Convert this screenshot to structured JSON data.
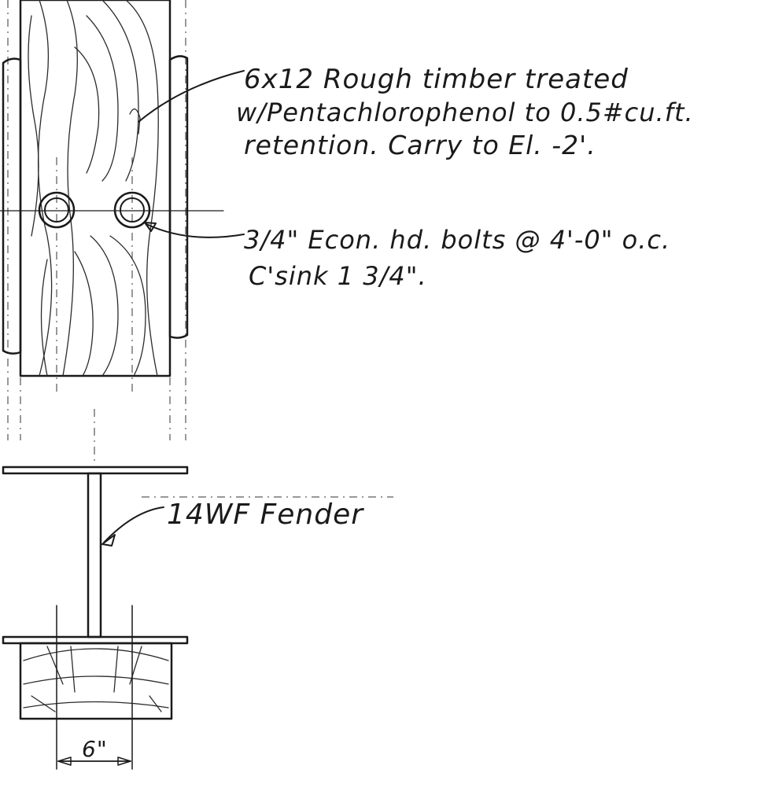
{
  "annotations": {
    "timber_line1": "6x12 Rough timber treated",
    "timber_line2": "w/Pentachlorophenol to 0.5#cu.ft.",
    "timber_line3": "retention. Carry to El. -2'.",
    "bolts_line1": "3/4\" Econ. hd. bolts @ 4'-0\" o.c.",
    "bolts_line2": "C'sink 1 3/4\".",
    "fender_label": "14WF Fender",
    "dimension_label": "6\""
  },
  "colors": {
    "ink": "#1a1a1a",
    "paper": "#ffffff"
  }
}
